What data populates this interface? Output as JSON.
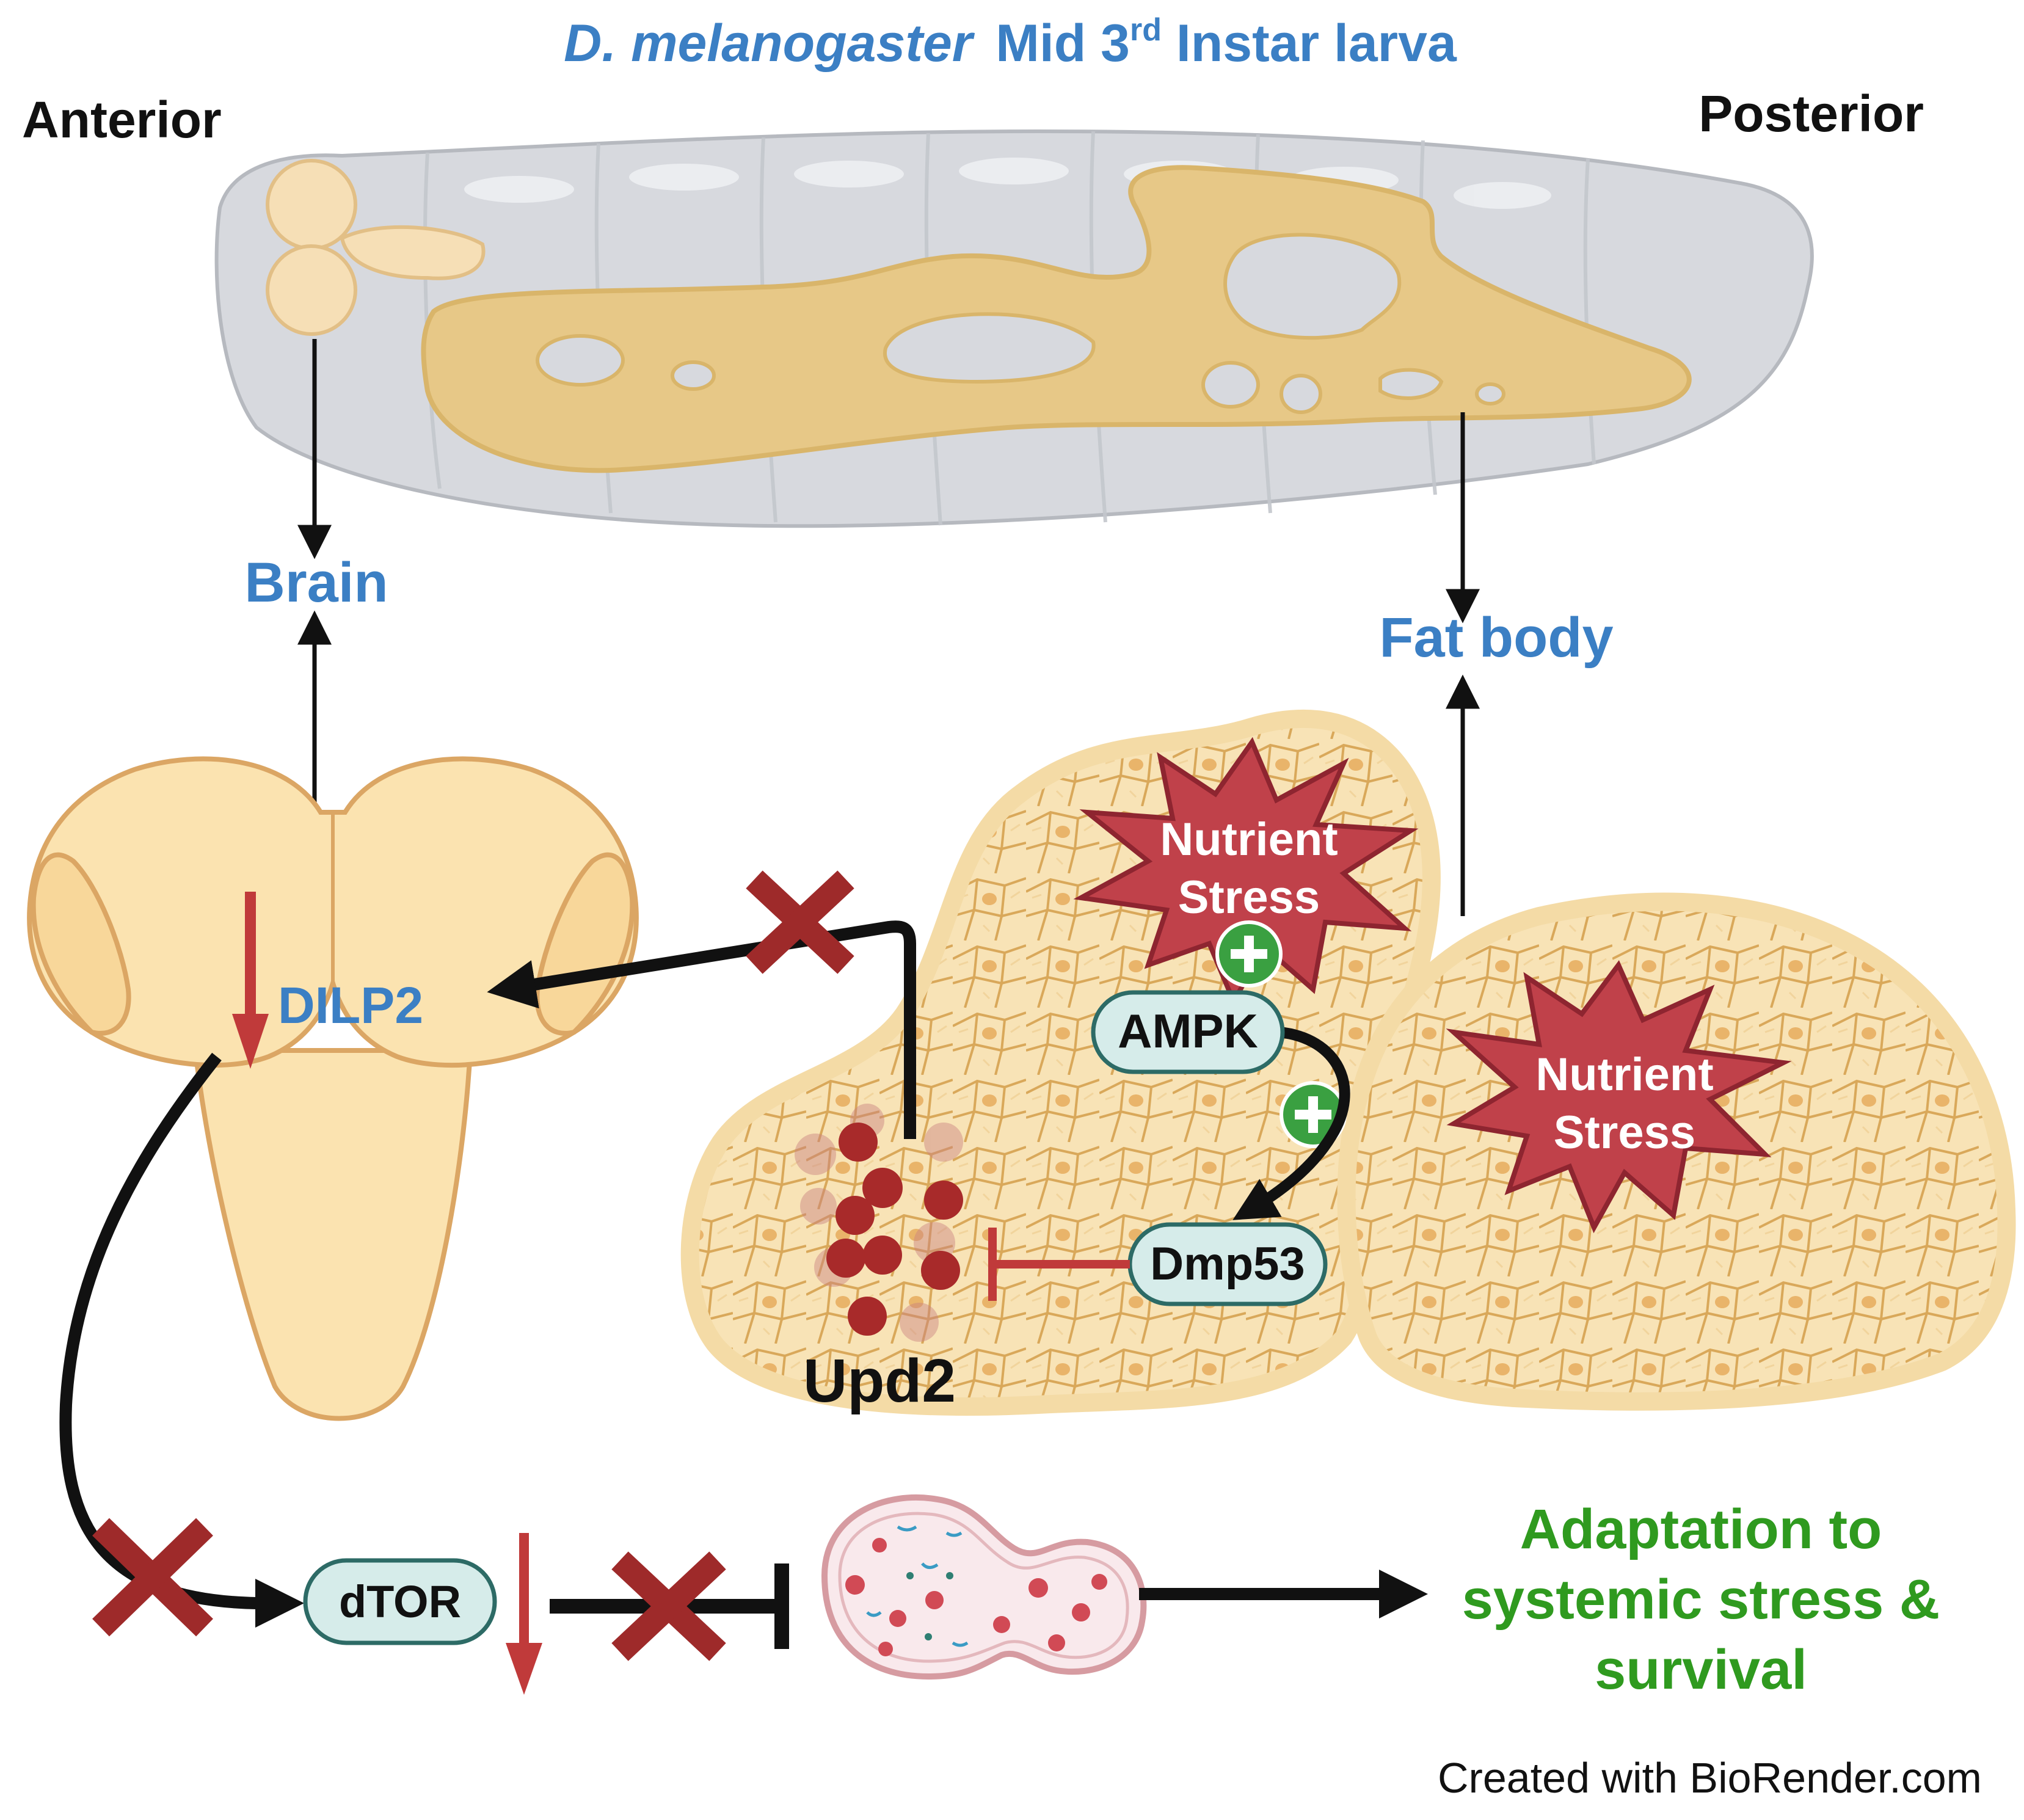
{
  "title": {
    "species": "D. melanogaster",
    "stage": "Mid 3",
    "stage_sup": "rd",
    "stage_rest": " Instar larva"
  },
  "orientation": {
    "anterior": "Anterior",
    "posterior": "Posterior"
  },
  "organs": {
    "brain": "Brain",
    "fat_body": "Fat body"
  },
  "signals": {
    "dilp2": "DILP2",
    "upd2": "Upd2",
    "ampk": "AMPK",
    "dmp53": "Dmp53",
    "dtor": "dTOR"
  },
  "stress_labels": {
    "star1_line1": "Nutrient",
    "star1_line2": "Stress",
    "star2_line1": "Nutrient",
    "star2_line2": "Stress"
  },
  "outcome": {
    "line1": "Adaptation to",
    "line2": "systemic stress &",
    "line3": "survival"
  },
  "credit": "Created with BioRender.com",
  "colors": {
    "title_blue": "#3b7fc4",
    "outcome_green": "#2f9a1f",
    "star_red": "#c0414a",
    "inhibit_red": "#c03a3a",
    "cross_red": "#9e2a2a",
    "plus_green": "#3aa041",
    "box_fill": "#d6ecea",
    "box_stroke": "#2d6b66",
    "tissue_fill": "#f8e3b6",
    "organ_fill": "#fbe3b0"
  },
  "icons": {
    "inhibition_cross": "x-mark-icon",
    "activation": "plus-icon",
    "decrease": "down-arrow-icon",
    "autophagy_cell": "autophagosome-icon"
  }
}
